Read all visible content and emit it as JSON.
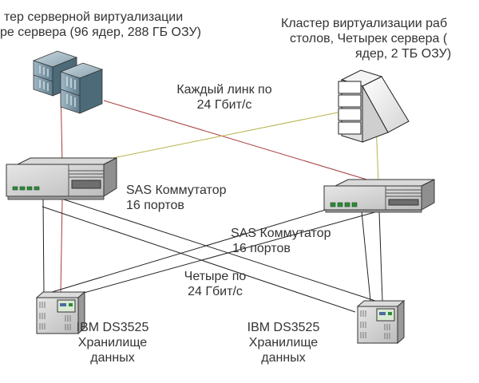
{
  "labels": {
    "server_cluster": {
      "line1": "тер серверной виртуализации",
      "line2": "ре сервера (96 ядер, 288 ГБ ОЗУ)"
    },
    "desktop_cluster": {
      "line1": "Кластер виртуализации раб",
      "line2": "столов, Четырек сервера (",
      "line3": "ядер, 2 ТБ ОЗУ)"
    },
    "uplink": {
      "line1": "Каждый линк по",
      "line2": "24 Гбит/с"
    },
    "switch_left": {
      "line1": "SAS Коммутатор",
      "line2": "16 портов"
    },
    "switch_right": {
      "line1": "SAS Коммутатор",
      "line2": "16 портов"
    },
    "downlink": {
      "line1": "Четыре по",
      "line2": "24 Гбит/с"
    },
    "storage_left": {
      "line1": "IBM DS3525",
      "line2": "Хранилище",
      "line3": "данных"
    },
    "storage_right": {
      "line1": "IBM DS3525",
      "line2": "Хранилище",
      "line3": "данных"
    }
  },
  "devices": [
    {
      "id": "server-cluster",
      "icon": "rack-server-cluster-icon"
    },
    {
      "id": "desktop-cluster",
      "icon": "blade-server-icon"
    },
    {
      "id": "switch-left",
      "icon": "sas-switch-icon"
    },
    {
      "id": "switch-right",
      "icon": "sas-switch-icon"
    },
    {
      "id": "storage-left",
      "icon": "storage-array-icon"
    },
    {
      "id": "storage-right",
      "icon": "storage-array-icon"
    }
  ],
  "links": [
    {
      "from": "server-cluster",
      "to": "switch-left",
      "color": "#a83a3a"
    },
    {
      "from": "server-cluster",
      "to": "switch-right",
      "color": "#a83a3a"
    },
    {
      "from": "desktop-cluster",
      "to": "switch-left",
      "color": "#b8b24a"
    },
    {
      "from": "desktop-cluster",
      "to": "switch-right",
      "color": "#b8b24a"
    },
    {
      "from": "switch-left",
      "to": "storage-left",
      "color": "#222222"
    },
    {
      "from": "switch-left",
      "to": "storage-right",
      "color": "#222222"
    },
    {
      "from": "switch-right",
      "to": "storage-left",
      "color": "#222222"
    },
    {
      "from": "switch-right",
      "to": "storage-right",
      "color": "#222222"
    }
  ],
  "colors": {
    "server_link": "#a83a3a",
    "desktop_link": "#b8b24a",
    "storage_link": "#222222",
    "switch_led": "#2e8b3a"
  }
}
